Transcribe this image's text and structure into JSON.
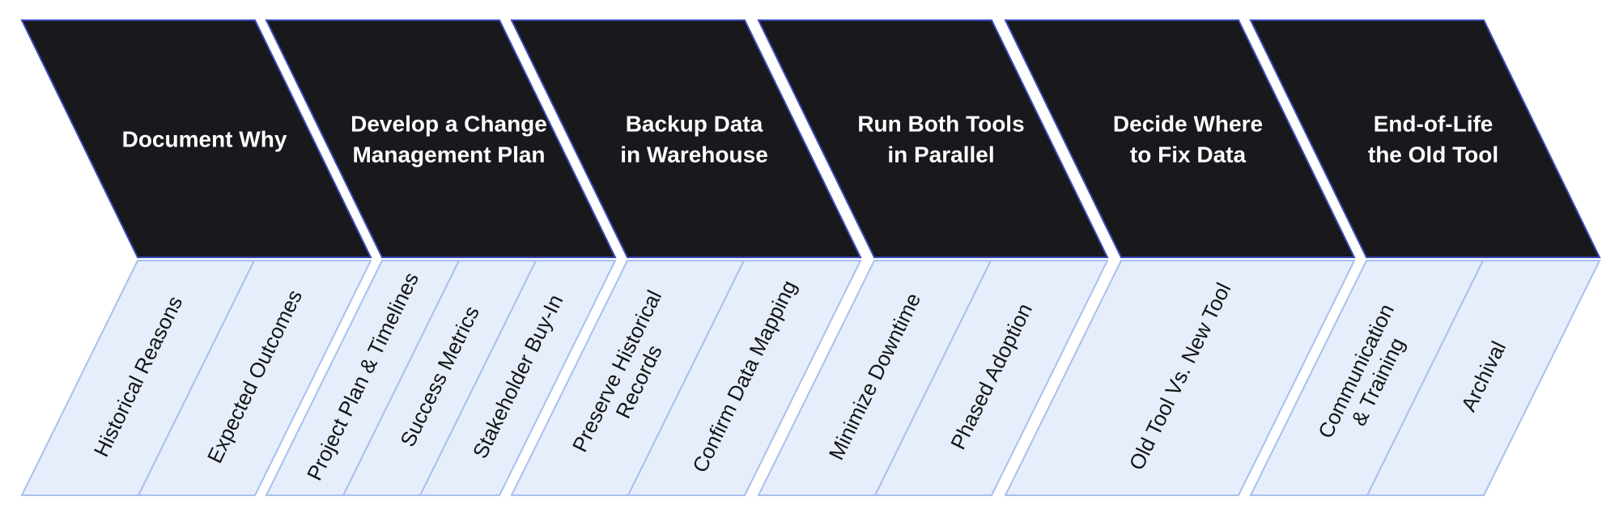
{
  "colors": {
    "step_fill": "#18181d",
    "step_border": "#3b4bb8",
    "sub_fill": "#e6eefc",
    "sub_border": "#a8c0ee",
    "title_text": "#ffffff",
    "sub_text": "#141414"
  },
  "steps": [
    {
      "title": [
        "Document Why"
      ],
      "items": [
        [
          "Historical Reasons"
        ],
        [
          "Expected Outcomes"
        ]
      ]
    },
    {
      "title": [
        "Develop a Change",
        "Management Plan"
      ],
      "items": [
        [
          "Project Plan & Timelines"
        ],
        [
          "Success Metrics"
        ],
        [
          "Stakeholder Buy-In"
        ]
      ]
    },
    {
      "title": [
        "Backup Data",
        "in Warehouse"
      ],
      "items": [
        [
          "Preserve Historical",
          "Records"
        ],
        [
          "Confirm Data Mapping"
        ]
      ]
    },
    {
      "title": [
        "Run Both Tools",
        "in Parallel"
      ],
      "items": [
        [
          "Minimize Downtime"
        ],
        [
          "Phased Adoption"
        ]
      ]
    },
    {
      "title": [
        "Decide Where",
        "to Fix Data"
      ],
      "items": [
        [
          "Old Tool Vs. New Tool"
        ]
      ]
    },
    {
      "title": [
        "End-of-Life",
        "the Old Tool"
      ],
      "items": [
        [
          "Communication",
          "& Training"
        ],
        [
          "Archival"
        ]
      ]
    }
  ]
}
